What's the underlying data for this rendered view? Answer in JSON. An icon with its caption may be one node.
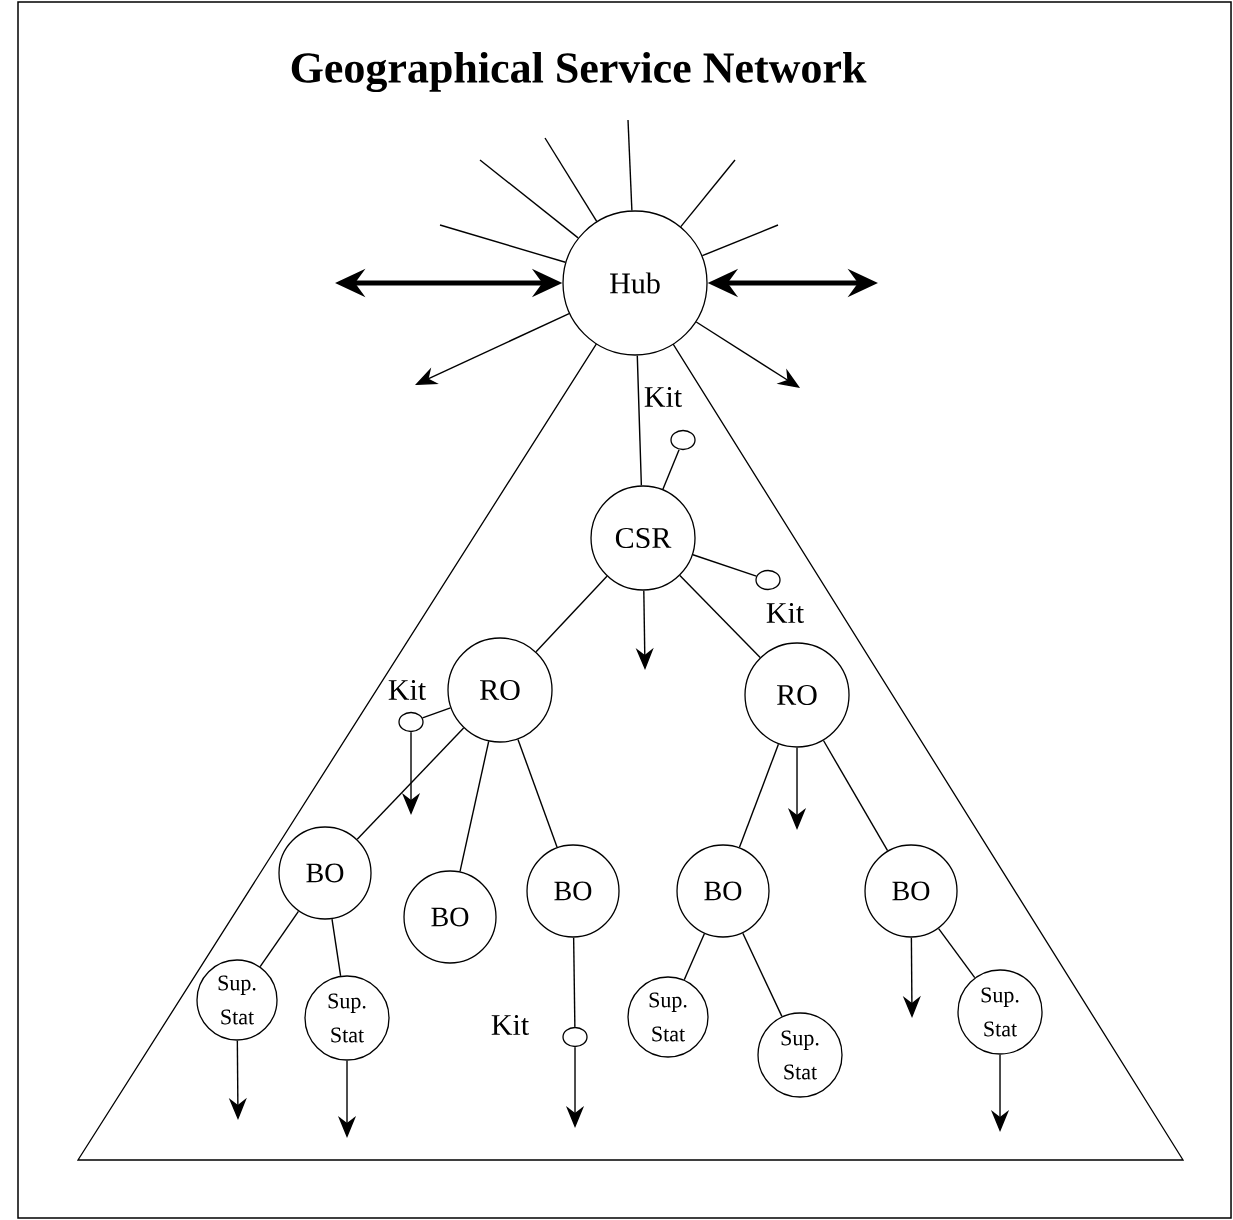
{
  "diagram": {
    "title": "Geographical Service Network",
    "nodes": [
      {
        "text": [
          "Hub"
        ]
      },
      {
        "text": [
          "CSR"
        ]
      },
      {
        "text": [
          "RO"
        ]
      },
      {
        "text": [
          "RO"
        ]
      },
      {
        "text": [
          "BO"
        ]
      },
      {
        "text": [
          "BO"
        ]
      },
      {
        "text": [
          "BO"
        ]
      },
      {
        "text": [
          "BO"
        ]
      },
      {
        "text": [
          "BO"
        ]
      },
      {
        "text": [
          "Sup. Stat"
        ]
      },
      {
        "text": [
          "Sup. Stat"
        ]
      },
      {
        "text": [
          "Sup. Stat"
        ]
      },
      {
        "text": [
          "Sup. Stat"
        ]
      },
      {
        "text": [
          "Sup. Stat"
        ]
      },
      {
        "text": [
          "Kit"
        ]
      },
      {
        "text": [
          "Kit"
        ]
      },
      {
        "text": [
          "Kit"
        ]
      },
      {
        "text": [
          "Kit"
        ]
      }
    ],
    "edges": [
      {
        "from": 0,
        "to": 1,
        "arrow": "none"
      },
      {
        "from": 1,
        "to": 14,
        "arrow": "none"
      },
      {
        "from": 1,
        "to": 15,
        "arrow": "none"
      },
      {
        "from": 1,
        "to": 2,
        "arrow": "none"
      },
      {
        "from": 1,
        "to": 3,
        "arrow": "none"
      },
      {
        "from": 2,
        "to": 16,
        "arrow": "none"
      },
      {
        "from": 2,
        "to": 4,
        "arrow": "none"
      },
      {
        "from": 2,
        "to": 5,
        "arrow": "none"
      },
      {
        "from": 2,
        "to": 6,
        "arrow": "none"
      },
      {
        "from": 3,
        "to": 7,
        "arrow": "none"
      },
      {
        "from": 3,
        "to": 8,
        "arrow": "none"
      },
      {
        "from": 4,
        "to": 9,
        "arrow": "none"
      },
      {
        "from": 4,
        "to": 10,
        "arrow": "none"
      },
      {
        "from": 6,
        "to": 17,
        "arrow": "none"
      },
      {
        "from": 7,
        "to": 11,
        "arrow": "none"
      },
      {
        "from": 7,
        "to": 12,
        "arrow": "none"
      },
      {
        "from": 8,
        "to": 13,
        "arrow": "none"
      },
      {
        "from": null,
        "to": 0,
        "arrow": "both",
        "style": "thick"
      },
      {
        "from": 0,
        "to": null,
        "arrow": "both",
        "style": "thick"
      },
      {
        "from": 0,
        "to": null,
        "arrow": "to"
      },
      {
        "from": 0,
        "to": null,
        "arrow": "to"
      },
      {
        "from": 0,
        "to": null,
        "arrow": "none"
      },
      {
        "from": 0,
        "to": null,
        "arrow": "none"
      },
      {
        "from": 0,
        "to": null,
        "arrow": "none"
      },
      {
        "from": 0,
        "to": null,
        "arrow": "none"
      },
      {
        "from": 0,
        "to": null,
        "arrow": "none"
      },
      {
        "from": 0,
        "to": null,
        "arrow": "none"
      },
      {
        "from": 1,
        "to": null,
        "arrow": "to"
      },
      {
        "from": 3,
        "to": null,
        "arrow": "to"
      },
      {
        "from": 16,
        "to": null,
        "arrow": "to"
      },
      {
        "from": 8,
        "to": null,
        "arrow": "to"
      },
      {
        "from": 9,
        "to": null,
        "arrow": "to"
      },
      {
        "from": 10,
        "to": null,
        "arrow": "to"
      },
      {
        "from": 13,
        "to": null,
        "arrow": "to"
      },
      {
        "from": 17,
        "to": null,
        "arrow": "to"
      }
    ]
  }
}
